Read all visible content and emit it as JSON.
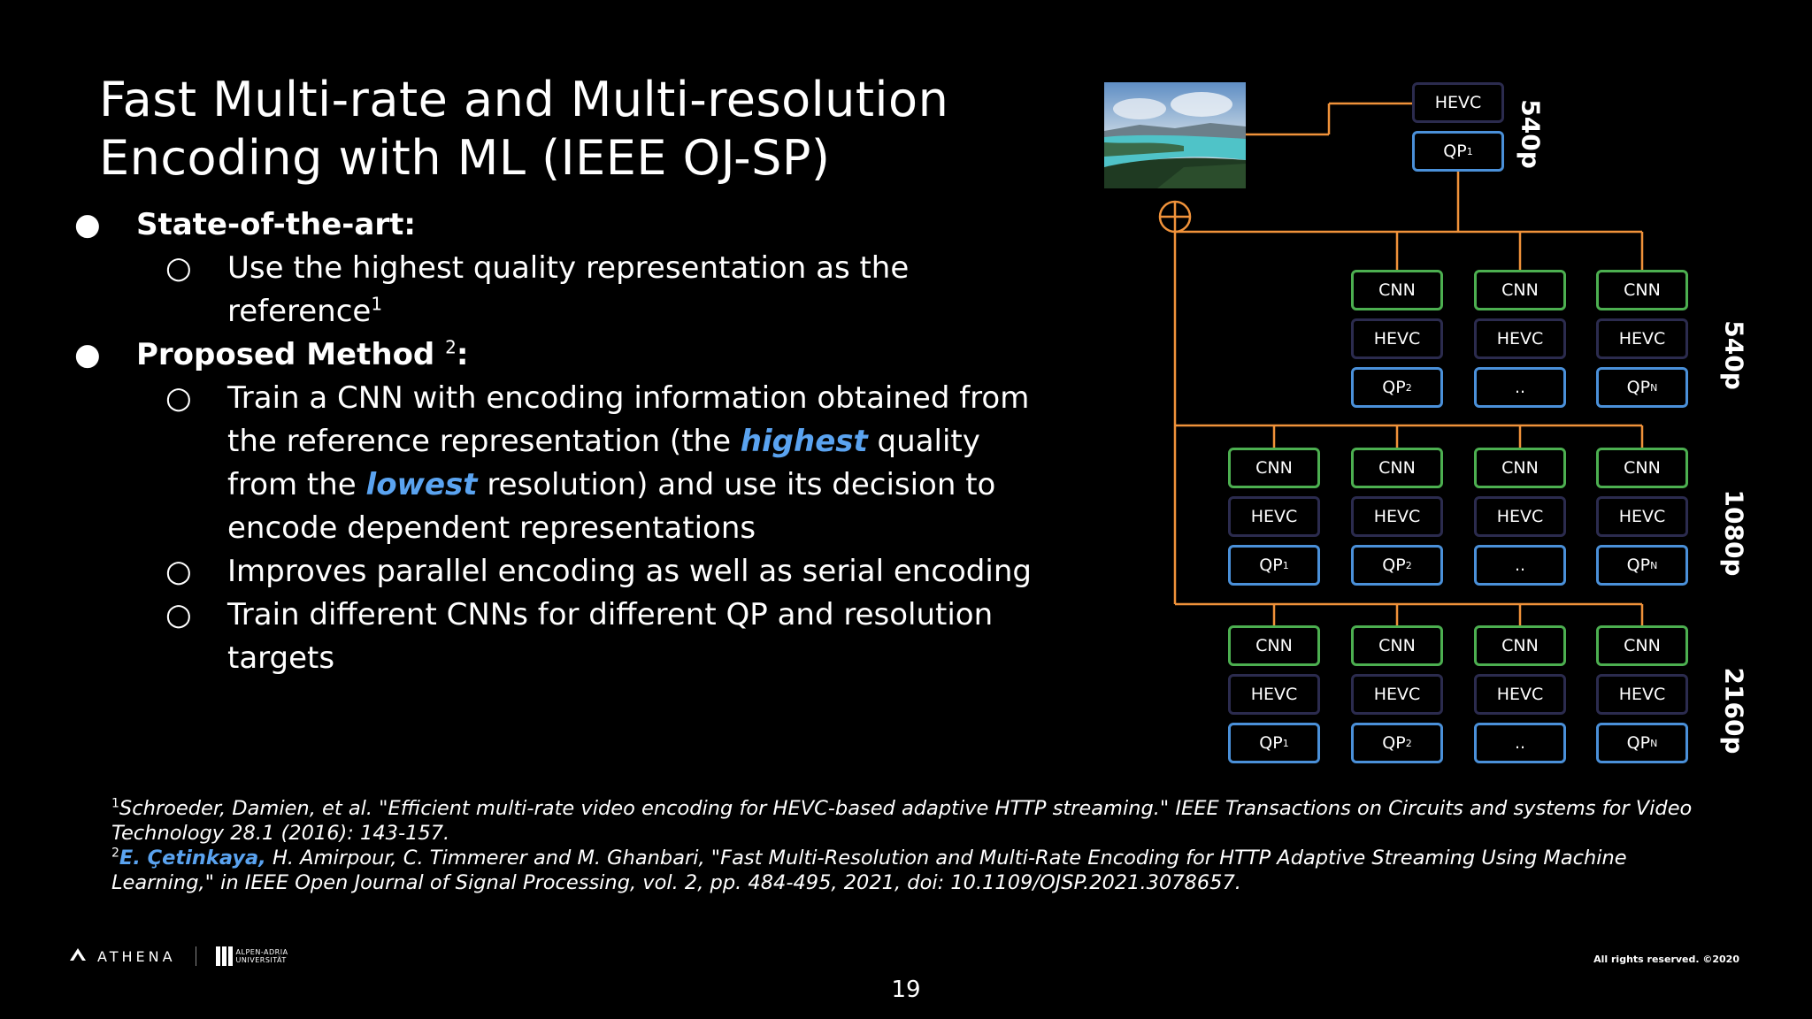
{
  "title_lines": [
    "Fast Multi-rate and Multi-resolution",
    "Encoding with ML (IEEE OJ-SP)"
  ],
  "bullets": {
    "sota_label": "State-of-the-art:",
    "sota_sub": "Use the highest quality representation as the reference",
    "sota_sup": "1",
    "proposed_label": "Proposed Method",
    "proposed_sup": "2",
    "proposed_colon": ":",
    "p1_a": "Train a CNN with encoding information obtained from the reference representation (the ",
    "p1_hl1": "highest",
    "p1_b": " quality from the ",
    "p1_hl2": "lowest",
    "p1_c": " resolution) and use its decision to encode dependent representations",
    "p2": "Improves parallel encoding as well as serial encoding",
    "p3": "Train different CNNs for different QP and resolution targets"
  },
  "references": {
    "r1_num": "1",
    "r1": "Schroeder, Damien, et al. \"Efficient multi-rate video encoding for HEVC-based adaptive HTTP streaming.\" IEEE Transactions on Circuits and systems for Video Technology 28.1 (2016): 143-157.",
    "r2_num": "2",
    "r2_author": "E. Çetinkaya,",
    "r2": " H. Amirpour, C. Timmerer and M. Ghanbari, \"Fast Multi-Resolution and Multi-Rate Encoding for HTTP Adaptive Streaming Using Machine Learning,\" in IEEE Open Journal of Signal Processing, vol. 2, pp. 484-495, 2021, doi: 10.1109/OJSP.2021.3078657."
  },
  "footer": {
    "athena": "ATHENA",
    "uni_line1": "ALPEN-ADRIA",
    "uni_line2": "UNIVERSITÄT",
    "rights": "All rights reserved. ©2020",
    "page_number": "19"
  },
  "diagram": {
    "labels": {
      "cnn": "CNN",
      "hevc": "HEVC",
      "qp": "QP",
      "dots": ".."
    },
    "top": {
      "hevc": "HEVC",
      "qp_sub": "1",
      "resolution": "540p"
    },
    "tiers": [
      {
        "resolution": "540p",
        "columns": [
          {
            "qp_sub": "2"
          },
          {
            "qp_sub": null
          },
          {
            "qp_sub": "N"
          }
        ]
      },
      {
        "resolution": "1080p",
        "columns": [
          {
            "qp_sub": "1"
          },
          {
            "qp_sub": "2"
          },
          {
            "qp_sub": null
          },
          {
            "qp_sub": "N"
          }
        ]
      },
      {
        "resolution": "2160p",
        "columns": [
          {
            "qp_sub": "1"
          },
          {
            "qp_sub": "2"
          },
          {
            "qp_sub": null
          },
          {
            "qp_sub": "N"
          }
        ]
      }
    ],
    "colors": {
      "line": "#f0923a",
      "cnn": "#4caf50",
      "hevc": "#2b2b4e",
      "qp": "#4a90d9"
    }
  }
}
